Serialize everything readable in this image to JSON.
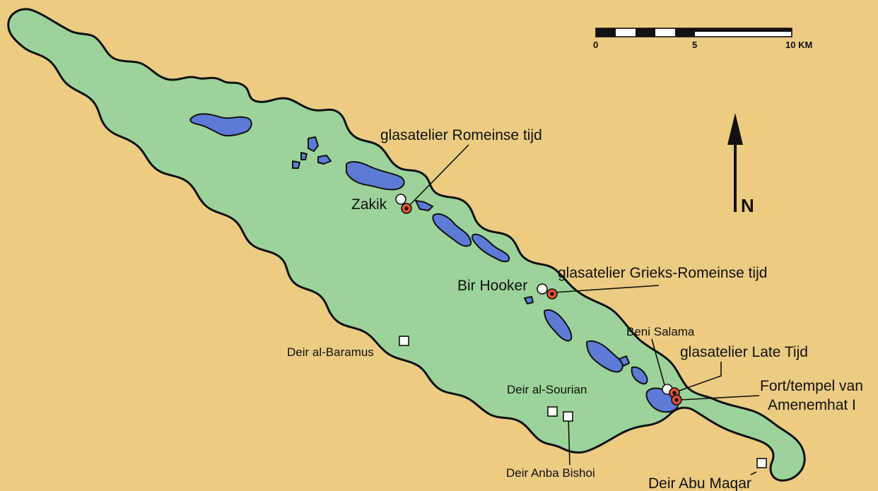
{
  "colors": {
    "desert": "#ECCB83",
    "depression": "#9CD39A",
    "lake": "#5B7BD4",
    "outline": "#111111",
    "site_ring": "#E0522A"
  },
  "labels": {
    "zakik": "Zakik",
    "bir_hooker": "Bir Hooker",
    "beni_salama": "Beni Salama",
    "glass_roman": "glasatelier Romeinse tijd",
    "glass_greco_roman": "glasatelier Grieks-Romeinse tijd",
    "glass_late": "glasatelier Late Tijd",
    "fort_line1": "Fort/tempel van",
    "fort_line2": "Amenemhat I",
    "deir_baramus": "Deir al-Baramus",
    "deir_sourian": "Deir al-Sourian",
    "deir_anba_bishoi": "Deir Anba Bishoi",
    "deir_abu_maqar": "Deir Abu Maqar"
  },
  "scale_bar": {
    "tick_0": "0",
    "tick_5": "5",
    "tick_10": "10 KM"
  },
  "north_arrow": {
    "label": "N"
  }
}
